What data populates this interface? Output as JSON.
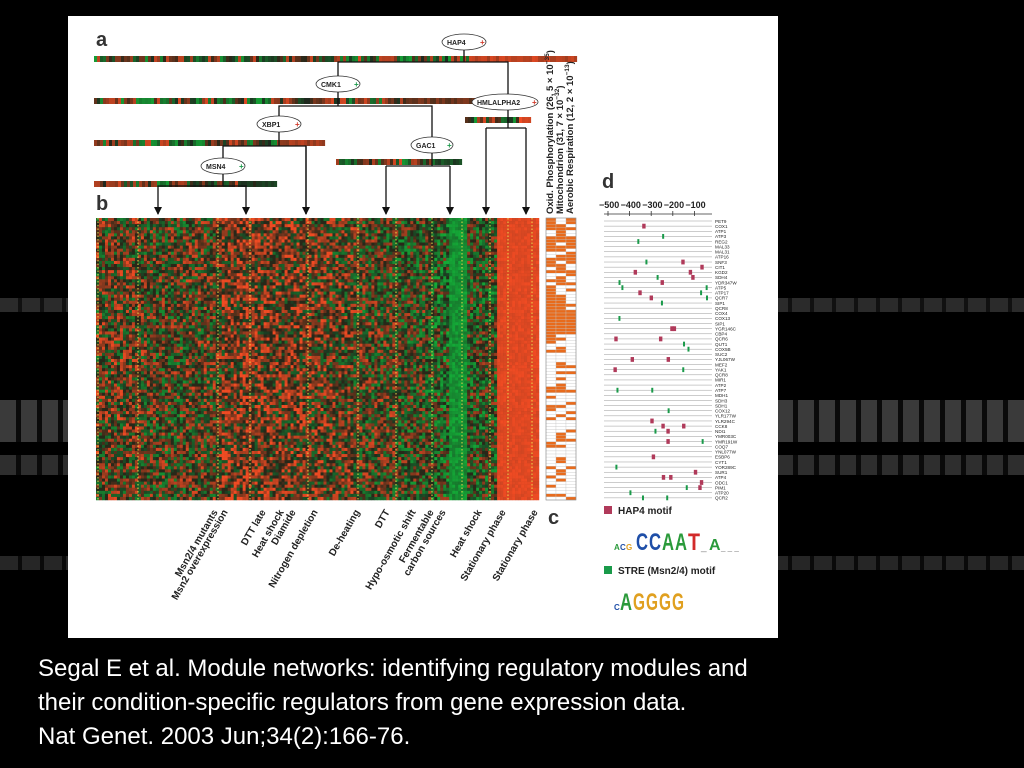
{
  "slide": {
    "background_color": "#000000",
    "stripe_color": "#3a3a3a"
  },
  "figure": {
    "panel_labels": {
      "a": "a",
      "b": "b",
      "c": "c",
      "d": "d"
    },
    "regulators": [
      {
        "name": "HAP4",
        "sign": "+"
      },
      {
        "name": "CMK1",
        "sign": "+"
      },
      {
        "name": "HMLALPHA2",
        "sign": "+"
      },
      {
        "name": "XBP1",
        "sign": "+"
      },
      {
        "name": "GAC1",
        "sign": "+"
      },
      {
        "name": "MSN4",
        "sign": "+"
      }
    ],
    "annotations": [
      "Oxid. Phosphorylation (26, 5 × 10",
      "Mitochondrion (31, 7 × 10",
      "Aerobic Respiration (12, 2 × 10"
    ],
    "annotation_exponents": [
      "−35",
      "−32",
      "−13"
    ],
    "annotation_close": [
      ")",
      ")",
      ")"
    ],
    "conditions": [
      "Msn2/4 mutants",
      "Msn2 overexpression",
      "DTT late",
      "Heat shock",
      "Diamide",
      "Nitrogen depletion",
      "De-heating",
      "DTT",
      "Hypo-osmotic shift",
      "Fermentable",
      "carbon sources",
      "Heat shock",
      "Stationary phase",
      "Stationary phase"
    ],
    "promoter_axis_ticks": [
      "−500",
      "−400",
      "−300",
      "−200",
      "−100"
    ],
    "genes": [
      "PET9",
      "COX1",
      "ATP1",
      "ATP3",
      "REG2",
      "MAL33",
      "MAL31",
      "ATP16",
      "SNF3",
      "CIT1",
      "KGD2",
      "SDH4",
      "YDR347W",
      "ATP5",
      "ATP17",
      "QCR7",
      "SIP1",
      "QCR8",
      "COX4",
      "COX13",
      "SIP1",
      "YGR146C",
      "CBP4",
      "QCR6",
      "QUT1",
      "COX5B",
      "SUC2",
      "YJL067W",
      "MEF2",
      "YAK1",
      "QCR8",
      "MIR1",
      "ATP2",
      "ATP7",
      "MDH1",
      "SDH3",
      "SDH1",
      "COX12",
      "YLR177W",
      "YLR294C",
      "CCK8",
      "NDI1",
      "YMR003C",
      "YMR191W",
      "COQ7",
      "YNL077W",
      "ESBP6",
      "CYT1",
      "YOR289C",
      "SUR1",
      "ATP4",
      "ODC1",
      "PIM1",
      "ATP20",
      "QCR2"
    ],
    "motifs": [
      {
        "label": "HAP4 motif",
        "color": "#b03a5a",
        "logo": "CCAAT"
      },
      {
        "label": "STRE (Msn2/4) motif",
        "color": "#1a9a4a",
        "logo": "AGGGG"
      }
    ]
  },
  "caption": {
    "line1": "Segal E et al. Module networks: identifying regulatory modules and",
    "line2": "their condition-specific regulators from gene expression data.",
    "line3": "Nat Genet. 2003 Jun;34(2):166-76."
  }
}
